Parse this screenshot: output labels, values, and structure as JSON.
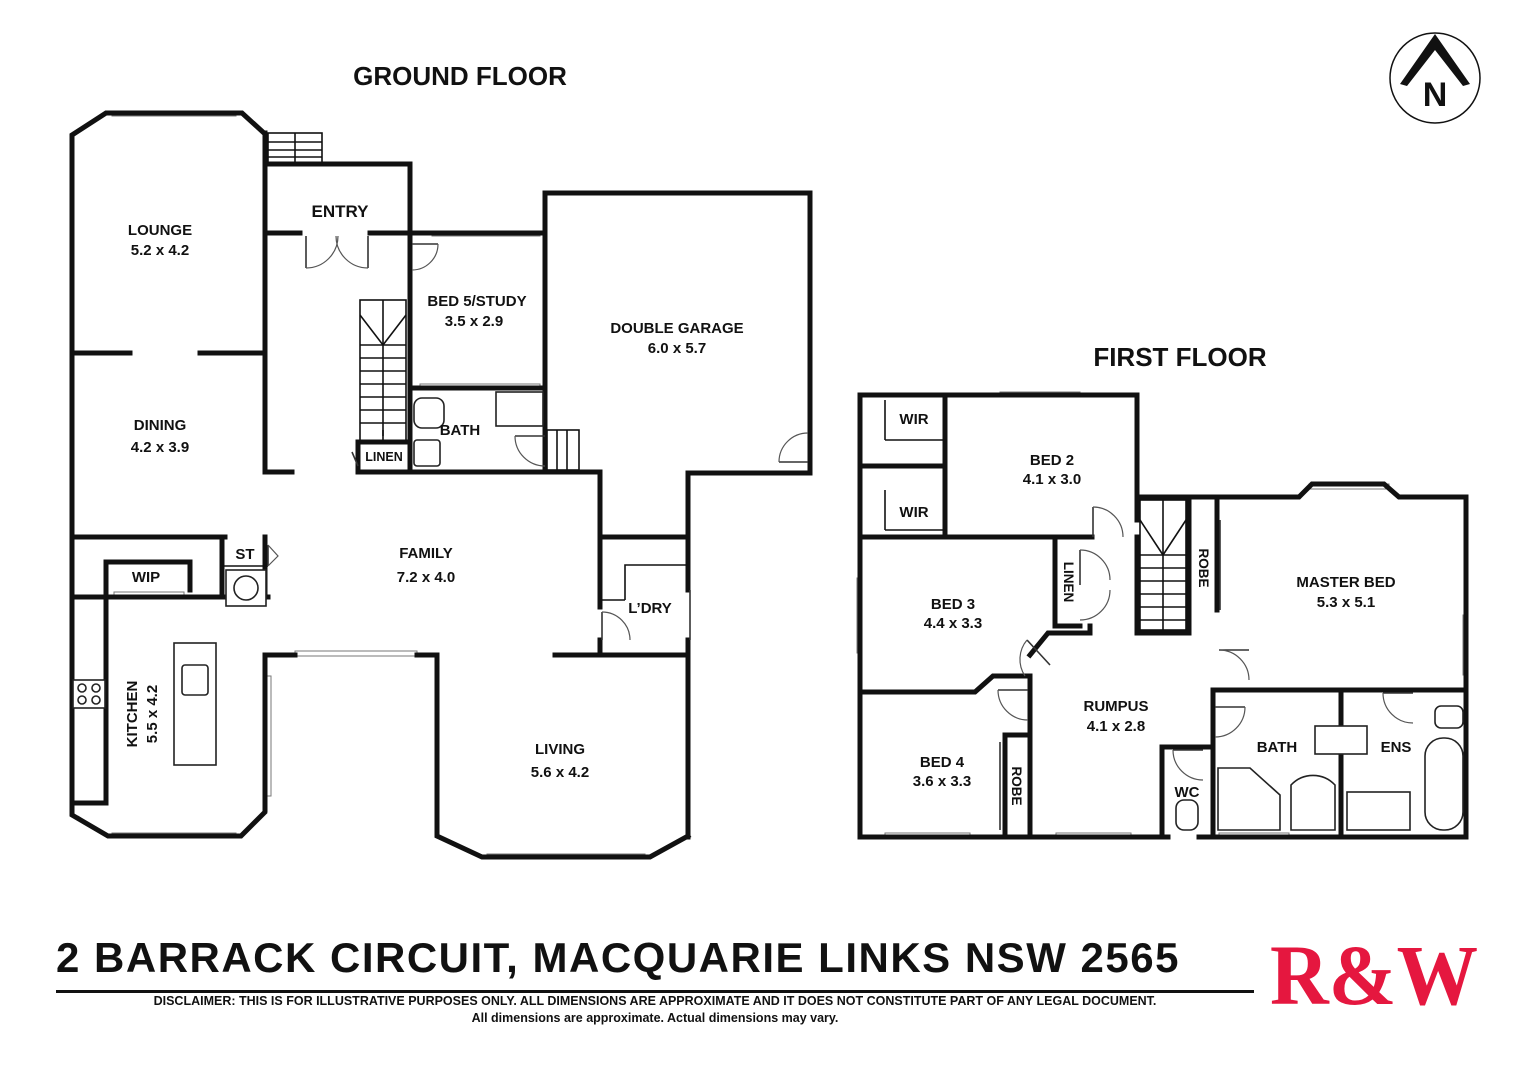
{
  "levels": {
    "ground": "GROUND FLOOR",
    "first": "FIRST FLOOR"
  },
  "rooms": {
    "lounge": {
      "name": "LOUNGE",
      "dims": "5.2 x 4.2"
    },
    "entry": {
      "name": "ENTRY"
    },
    "bed5": {
      "name": "BED 5/STUDY",
      "dims": "3.5 x 2.9"
    },
    "garage": {
      "name": "DOUBLE GARAGE",
      "dims": "6.0 x 5.7"
    },
    "dining": {
      "name": "DINING",
      "dims": "4.2 x 3.9"
    },
    "bath_ground": {
      "name": "BATH"
    },
    "linen_ground": {
      "name": "LINEN"
    },
    "family": {
      "name": "FAMILY",
      "dims": "7.2 x 4.0"
    },
    "st": {
      "name": "ST"
    },
    "wip": {
      "name": "WIP"
    },
    "laundry": {
      "name": "L’DRY"
    },
    "kitchen": {
      "name": "KITCHEN",
      "dims": "5.5 x 4.2"
    },
    "living": {
      "name": "LIVING",
      "dims": "5.6 x 4.2"
    },
    "wir1": {
      "name": "WIR"
    },
    "wir2": {
      "name": "WIR"
    },
    "bed2": {
      "name": "BED 2",
      "dims": "4.1 x 3.0"
    },
    "linen_first": {
      "name": "LINEN"
    },
    "robe_master": {
      "name": "ROBE"
    },
    "master": {
      "name": "MASTER BED",
      "dims": "5.3 x 5.1"
    },
    "bed3": {
      "name": "BED 3",
      "dims": "4.4 x 3.3"
    },
    "rumpus": {
      "name": "RUMPUS",
      "dims": "4.1 x 2.8"
    },
    "bath_first": {
      "name": "BATH"
    },
    "ens": {
      "name": "ENS"
    },
    "bed4": {
      "name": "BED 4",
      "dims": "3.6 x 3.3"
    },
    "robe_bed4": {
      "name": "ROBE"
    },
    "wc": {
      "name": "WC"
    }
  },
  "compass": {
    "letter": "N",
    "icon": "north-arrow-icon"
  },
  "footer": {
    "address": "2 BARRACK CIRCUIT, MACQUARIE LINKS NSW 2565",
    "disclaimer": "DISCLAIMER: THIS IS FOR ILLUSTRATIVE PURPOSES ONLY. ALL DIMENSIONS ARE APPROXIMATE AND IT DOES NOT CONSTITUTE PART OF ANY LEGAL DOCUMENT.",
    "note": "All dimensions are approximate. Actual dimensions may vary."
  },
  "brand": {
    "logo_text": "R&W",
    "color": "#e5173f"
  }
}
